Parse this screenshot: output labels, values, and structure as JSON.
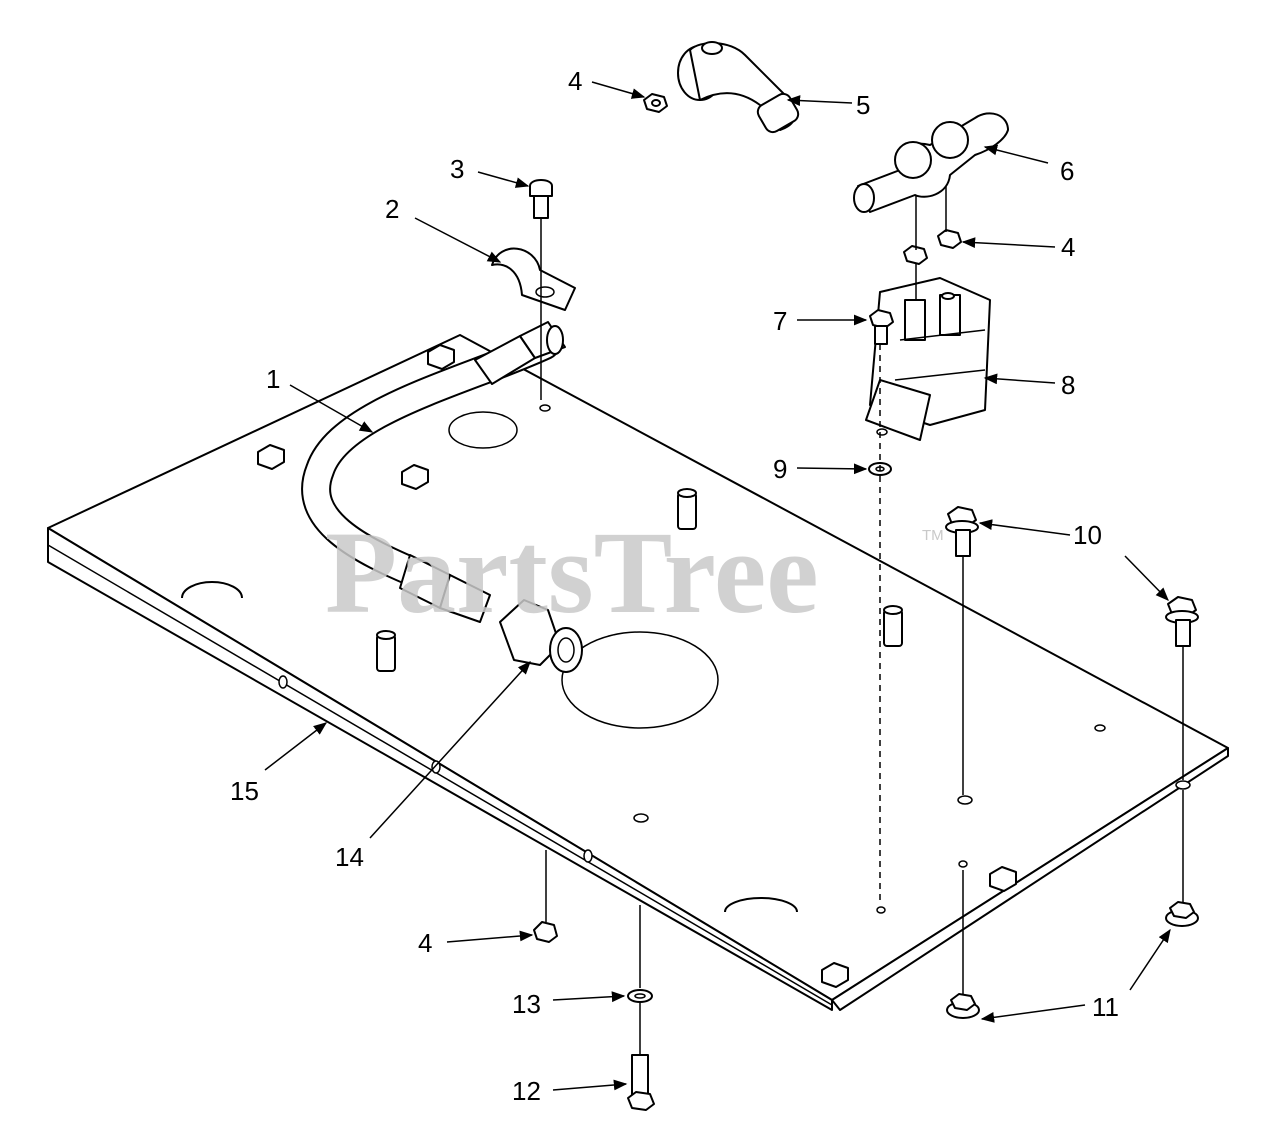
{
  "watermark": {
    "text": "PartsTree",
    "trademark": "TM"
  },
  "callouts": [
    {
      "id": "1",
      "label": "1"
    },
    {
      "id": "2",
      "label": "2"
    },
    {
      "id": "3",
      "label": "3"
    },
    {
      "id": "4",
      "label": "4"
    },
    {
      "id": "5",
      "label": "5"
    },
    {
      "id": "6",
      "label": "6"
    },
    {
      "id": "4b",
      "label": "4"
    },
    {
      "id": "7",
      "label": "7"
    },
    {
      "id": "8",
      "label": "8"
    },
    {
      "id": "9",
      "label": "9"
    },
    {
      "id": "10",
      "label": "10"
    },
    {
      "id": "11",
      "label": "11"
    },
    {
      "id": "4c",
      "label": "4"
    },
    {
      "id": "12",
      "label": "12"
    },
    {
      "id": "13",
      "label": "13"
    },
    {
      "id": "14",
      "label": "14"
    },
    {
      "id": "15",
      "label": "15"
    }
  ]
}
